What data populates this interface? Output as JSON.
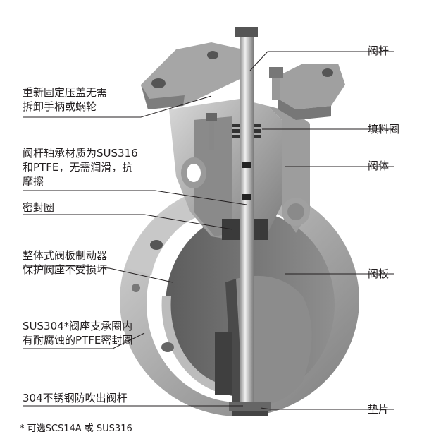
{
  "labels_left": [
    {
      "id": "gland",
      "lines": [
        "重新固定压盖无需",
        "拆卸手柄或蜗轮"
      ]
    },
    {
      "id": "bearing",
      "lines": [
        "阀杆轴承材质为SUS316",
        "和PTFE，无需润滑，抗",
        "摩擦"
      ]
    },
    {
      "id": "seal",
      "lines": [
        "密封圈"
      ]
    },
    {
      "id": "stopper",
      "lines": [
        "整体式阀板制动器",
        "保护阀座不受损坏"
      ]
    },
    {
      "id": "seat",
      "lines": [
        "SUS304*阀座支承圈内",
        "有耐腐蚀的PTFE密封圈"
      ]
    },
    {
      "id": "blowout",
      "lines": [
        "304不锈钢防吹出阀杆"
      ]
    }
  ],
  "labels_right": [
    {
      "id": "stem",
      "text": "阀杆"
    },
    {
      "id": "packing",
      "text": "填料圈"
    },
    {
      "id": "body",
      "text": "阀体"
    },
    {
      "id": "disc",
      "text": "阀板"
    },
    {
      "id": "gasket",
      "text": "垫片"
    }
  ],
  "footnote": "* 可选SCS14A 或 SUS316"
}
